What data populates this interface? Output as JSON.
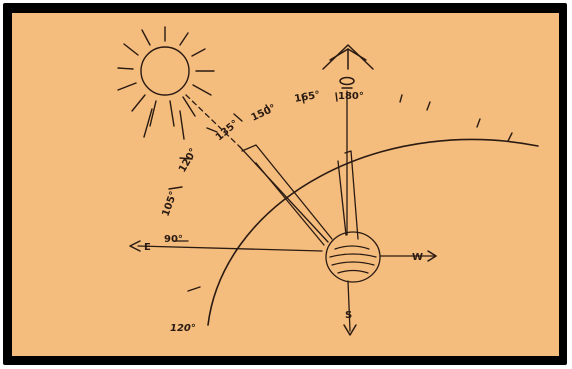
{
  "diagram": {
    "colors": {
      "paper": "#f4bd7e",
      "ink": "#2a1a12",
      "frame": "#000000"
    },
    "angle_labels": [
      {
        "id": "label-90",
        "text": "90°"
      },
      {
        "id": "label-105",
        "text": "105°"
      },
      {
        "id": "label-120",
        "text": "120°"
      },
      {
        "id": "label-135",
        "text": "135°"
      },
      {
        "id": "label-150",
        "text": "150°"
      },
      {
        "id": "label-165",
        "text": "165°"
      },
      {
        "id": "label-180",
        "text": "180°"
      },
      {
        "id": "label-120-lower",
        "text": "120°"
      }
    ],
    "compass": {
      "east": "E",
      "west": "W",
      "south": "S"
    },
    "icons": [
      "sun-icon",
      "observer-figure",
      "bird-icon"
    ]
  }
}
